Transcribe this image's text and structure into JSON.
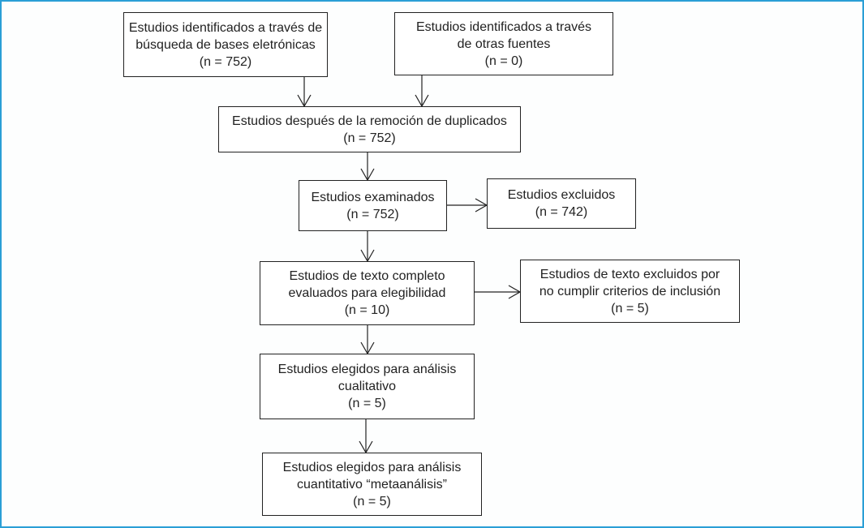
{
  "boxes": [
    {
      "lines": [
        "Estudios identificados a través de",
        "búsqueda de bases eletrónicas",
        "(n = 752)"
      ]
    },
    {
      "lines": [
        "Estudios identificados a través",
        "de otras fuentes",
        "(n = 0)"
      ]
    },
    {
      "lines": [
        "Estudios después de la remoción de duplicados",
        "(n = 752)"
      ]
    },
    {
      "lines": [
        "Estudios examinados",
        "(n = 752)"
      ]
    },
    {
      "lines": [
        "Estudios excluidos",
        "(n = 742)"
      ]
    },
    {
      "lines": [
        "Estudios de texto completo",
        "evaluados para elegibilidad",
        "(n = 10)"
      ]
    },
    {
      "lines": [
        "Estudios de texto excluidos por",
        "no cumplir criterios de inclusión",
        "(n = 5)"
      ]
    },
    {
      "lines": [
        "Estudios elegidos para análisis",
        "cualitativo",
        "(n = 5)"
      ]
    },
    {
      "lines": [
        "Estudios elegidos para análisis",
        "cuantitativo “metaanálisis”",
        "(n = 5)"
      ]
    }
  ]
}
